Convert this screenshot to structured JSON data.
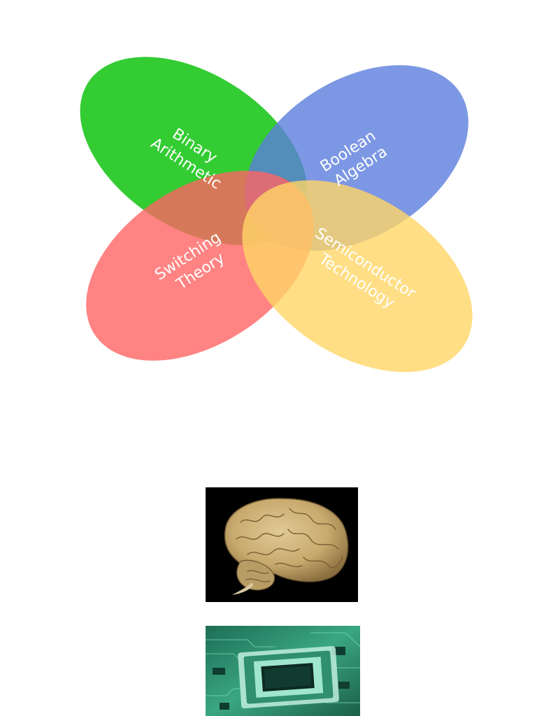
{
  "venn": {
    "sets": [
      {
        "id": "binary",
        "lines": [
          "Binary",
          "Arithmetic"
        ],
        "color": "#33cc33",
        "opacity": 1.0
      },
      {
        "id": "boolean",
        "lines": [
          "Boolean",
          "Algebra"
        ],
        "color": "#5b7ddc",
        "opacity": 0.8
      },
      {
        "id": "switching",
        "lines": [
          "Switching",
          "Theory"
        ],
        "color": "#ff6464",
        "opacity": 0.8
      },
      {
        "id": "semiconductor",
        "lines": [
          "Semiconductor",
          "Technology"
        ],
        "color": "#ffd666",
        "opacity": 0.8
      }
    ]
  },
  "images": [
    {
      "id": "brain",
      "description_icon": "brain-photo"
    },
    {
      "id": "chip",
      "description_icon": "microchip-photo"
    }
  ]
}
